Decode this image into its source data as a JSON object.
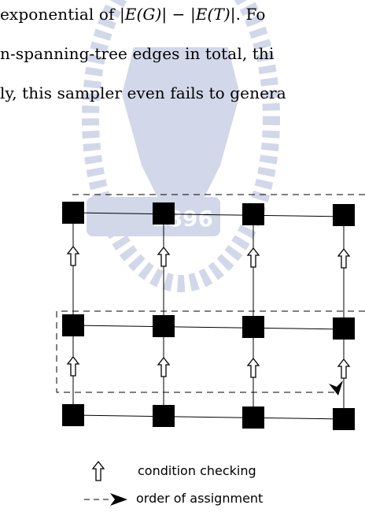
{
  "text": {
    "line1_prefix": "exponential of ",
    "line1_math1": "|E(G)| − |E(T)|",
    "line1_suffix": ". Fo",
    "line2": "n-spanning-tree edges in total, thi",
    "line3": "ly, this sampler even fails to genera"
  },
  "watermark": {
    "text": "1896",
    "color": "#b9c2dc"
  },
  "figure": {
    "legend": {
      "condition_checking": "condition checking",
      "order_of_assignment": "order of assignment"
    }
  }
}
